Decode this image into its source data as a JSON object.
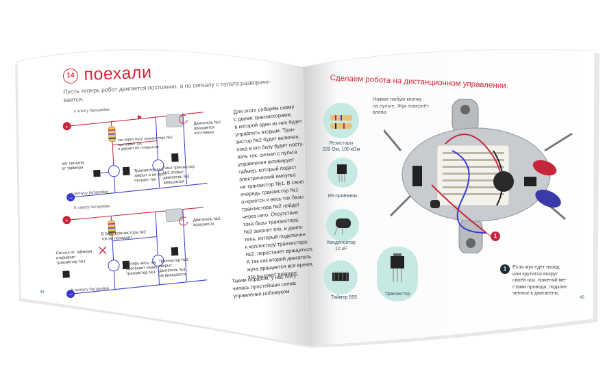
{
  "left_page": {
    "chapter_number": "14",
    "chapter_title": "поехали",
    "intro": "Пусть теперь робот двигается постоянно, а по сигналу с пульта развораче-\nвается.",
    "diagram1": {
      "plus_label": "к плюсу батарейки",
      "minus_label": "к минусу батарейки",
      "signal_label": "нет сигнала\nот таймера",
      "base2_note": "так через базу транзистора №2\nпротекает ток\nи держит его открытым",
      "motor_label": "Двигатель №2\nвращается\nпостоянно",
      "t1_label": "Транзистор №1\nзакрыт и не про-\nпускает ток",
      "t2_label": "Пока транзистор\n№2 открыт,\nдвигатель №1\nвращается"
    },
    "diagram2": {
      "plus_label": "К плюсу батарейки",
      "minus_label": "К минусу батарейки",
      "signal_label": "Сигнал от таймера\nоткрывает\nтранзистор №1",
      "base2_note": "В базу транзистора №2\nток не попадает",
      "motor_label": "Двигатель №2\nвращается",
      "t1_label": "Теперь весь ток\nпротекает через\nтранзистор №1",
      "t2_label": "Транзистор №2\nзакрыт,\nдвигатель №1\nне вращается"
    },
    "body_text": "Для этого соберём схему\nс двумя транзисторами,\nв которой один из них будет\nуправлять вторым. Тран-\nзистор №2 будет включен,\nпока в его базу будет посту-\nпать ток. сигнал с пульта\nуправления активирует\nтаймер, который подаст\nэлектрический импульс\nна транзистор №1. В свою\nочередь транзистор №1\nоткроется и весь ток базы\nтранзистора №2 пойдет\nчерез него. Отсутствие\nтока базы транзистора\n№2 закроет его, и двига-\nтель, который подключен\nк коллектору транзистора\n№2, перестанет вращаться.\nА так как второй двигатель\nжука вращается все время,\nэто вызовет поворот.",
    "conclusion": "Таким образом, у нас полу-\nчилась простейшая схема\nуправления робожуком",
    "page_number": "44"
  },
  "right_page": {
    "title": "Сделаем робота на дистанционном управлении.",
    "press_note": "Нажми любую кнопку\nна пульте. Жук повернёт\nвлево.",
    "components": [
      {
        "label": "Резисторы\n220 Ом, 100 кОм",
        "icon": "resistors-icon"
      },
      {
        "label": "ИК-приёмник",
        "icon": "ir-receiver-icon"
      },
      {
        "label": "Конденсатор\n10 uF",
        "icon": "capacitor-icon"
      },
      {
        "label": "Таймер 555",
        "icon": "timer-555-icon"
      },
      {
        "label": "Транзистор",
        "icon": "transistor-icon"
      }
    ],
    "badge_text": "1",
    "footnote": "Если жук едет назад\nили крутится вокруг\nсвоей оси, поменяй ме-\nстами провода, подклю-\nченные к двигателю.",
    "page_number": "45"
  },
  "colors": {
    "accent_red": "#d5263a",
    "wire_blue": "#3a3ad0",
    "wire_red": "#c8243b",
    "tile_mint": "#c7e9e3",
    "badge_dark": "#1e2a36"
  }
}
